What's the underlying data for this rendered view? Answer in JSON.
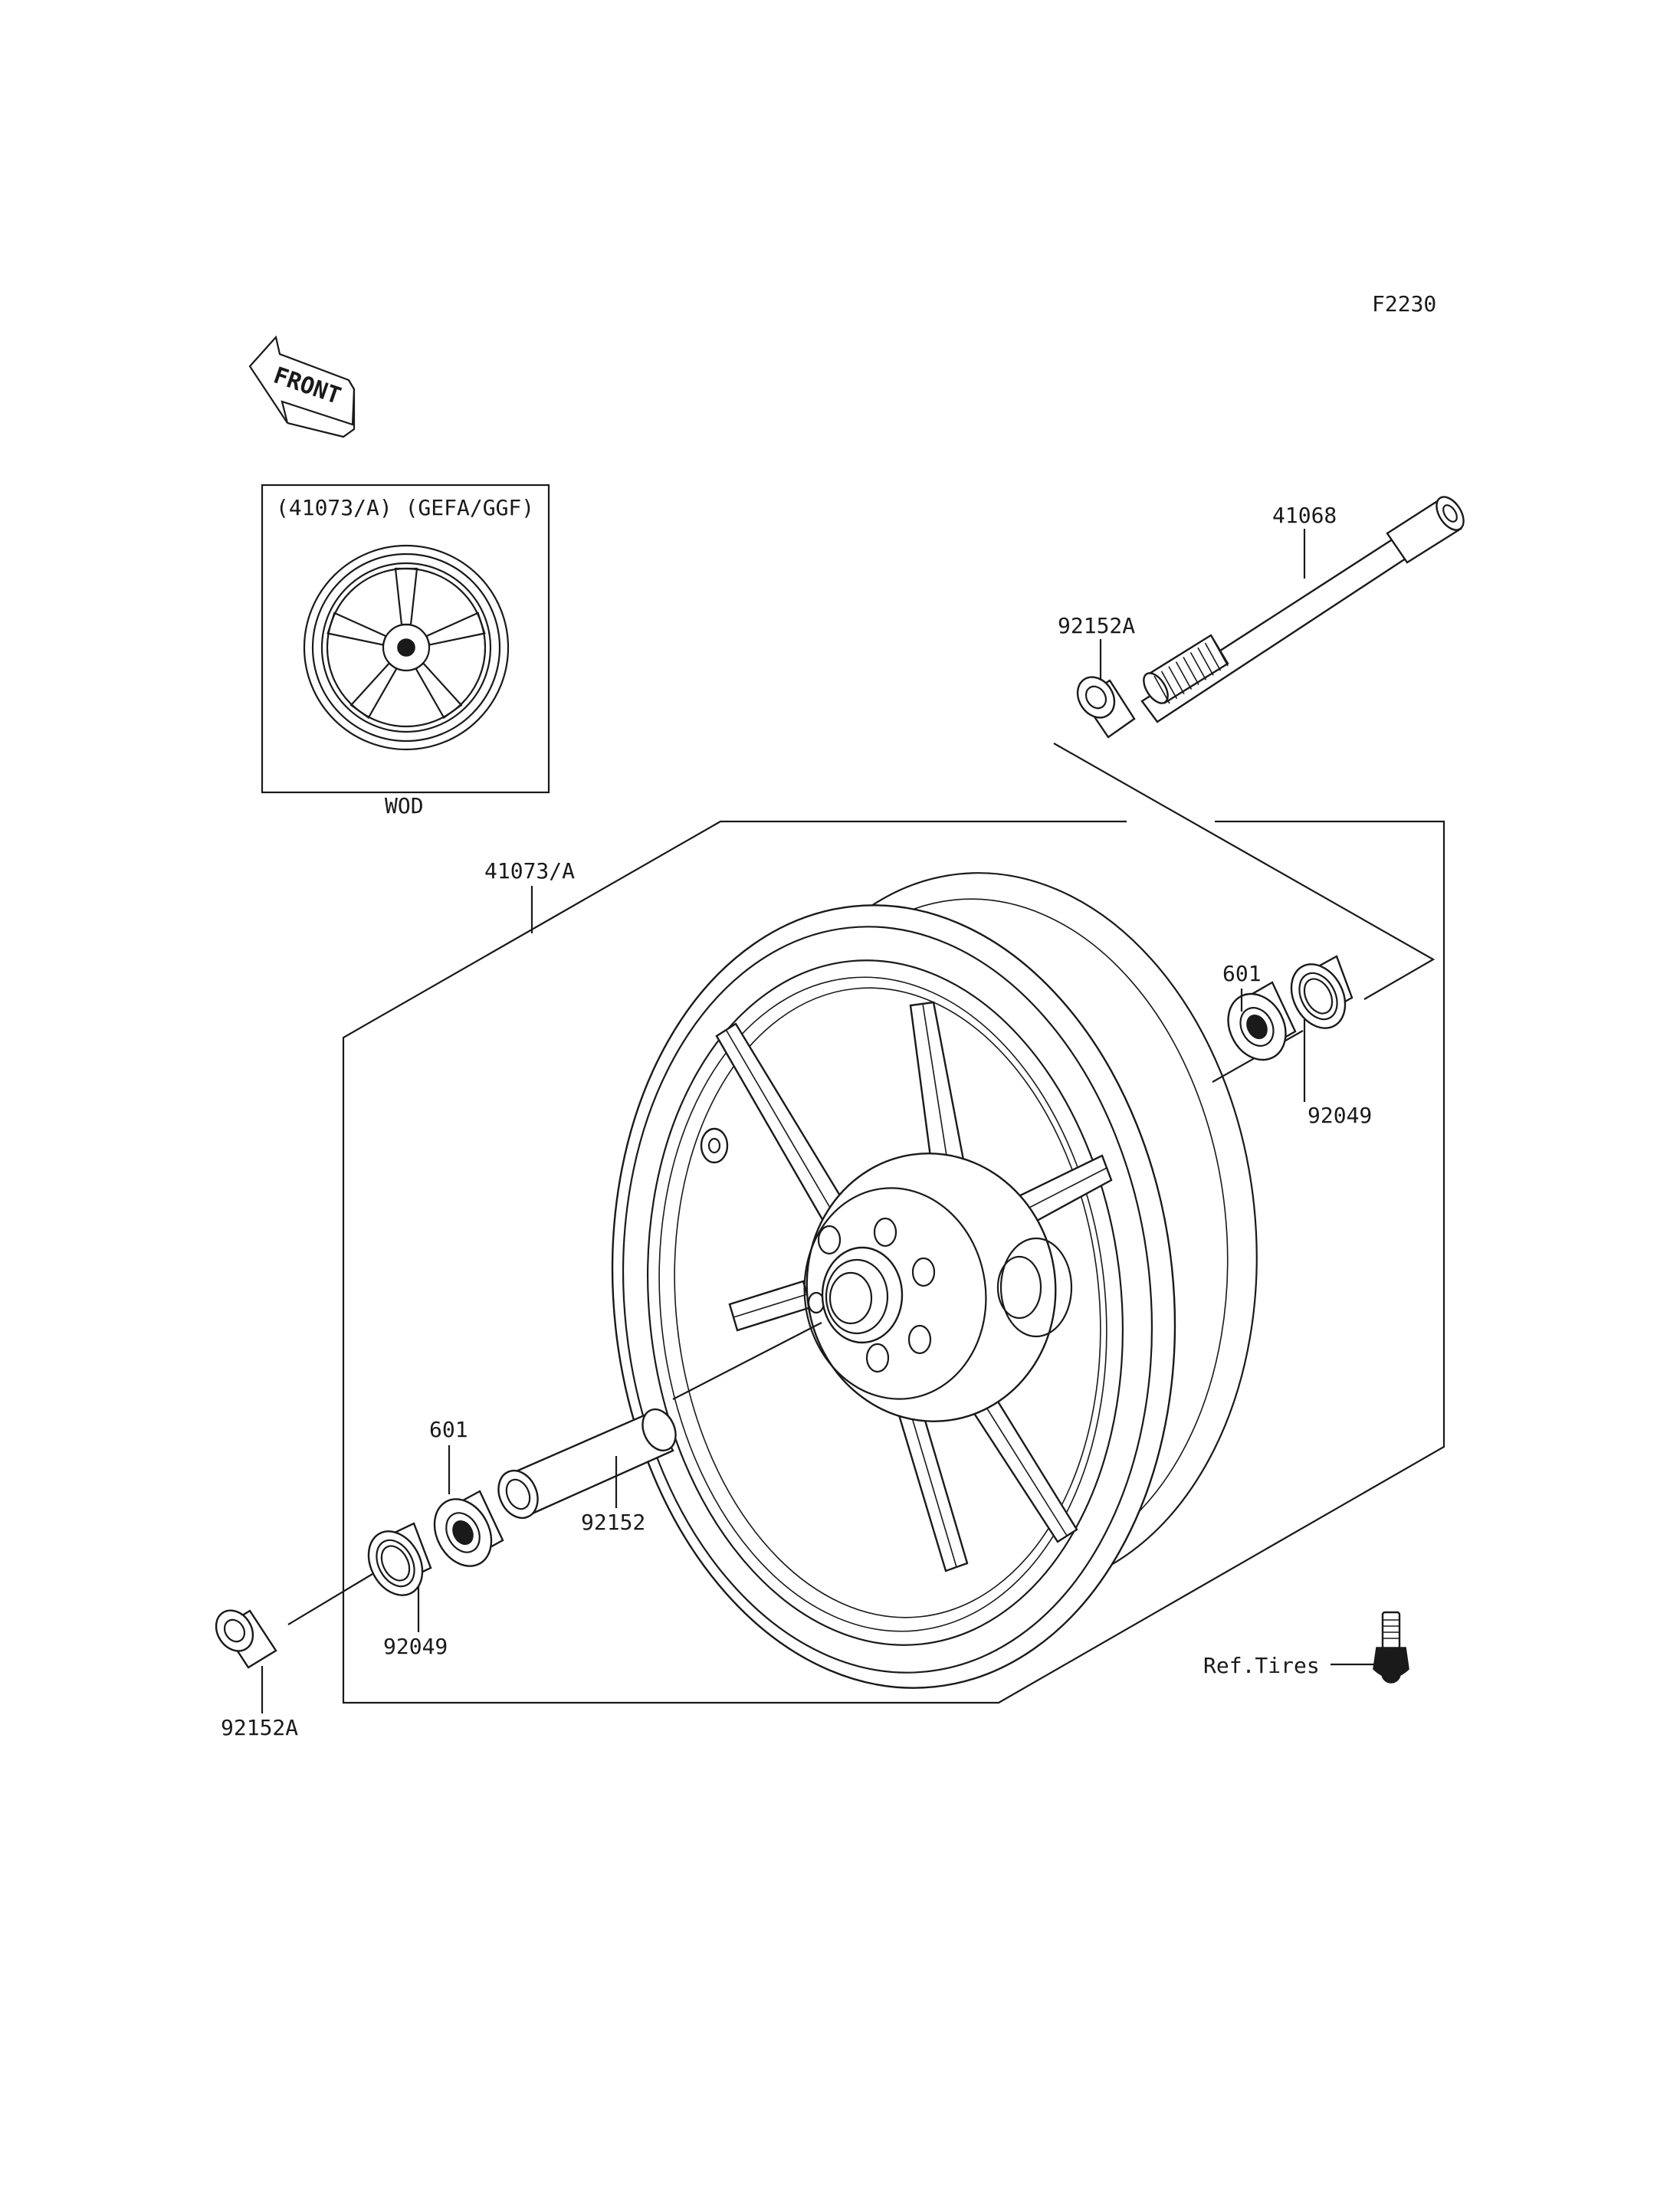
{
  "diagram_code": "F2230",
  "front_arrow_text": "FRONT",
  "inset": {
    "title": "(41073/A) (GEFA/GGF)",
    "caption": "WOD"
  },
  "labels": {
    "wheel_assembly": "41073/A",
    "axle": "41068",
    "collar_upper": "92152A",
    "bearing_right": "601",
    "seal_right": "92049",
    "bearing_left": "601",
    "spacer": "92152",
    "seal_left": "92049",
    "collar_lower": "92152A",
    "ref_tires": "Ref.Tires"
  }
}
